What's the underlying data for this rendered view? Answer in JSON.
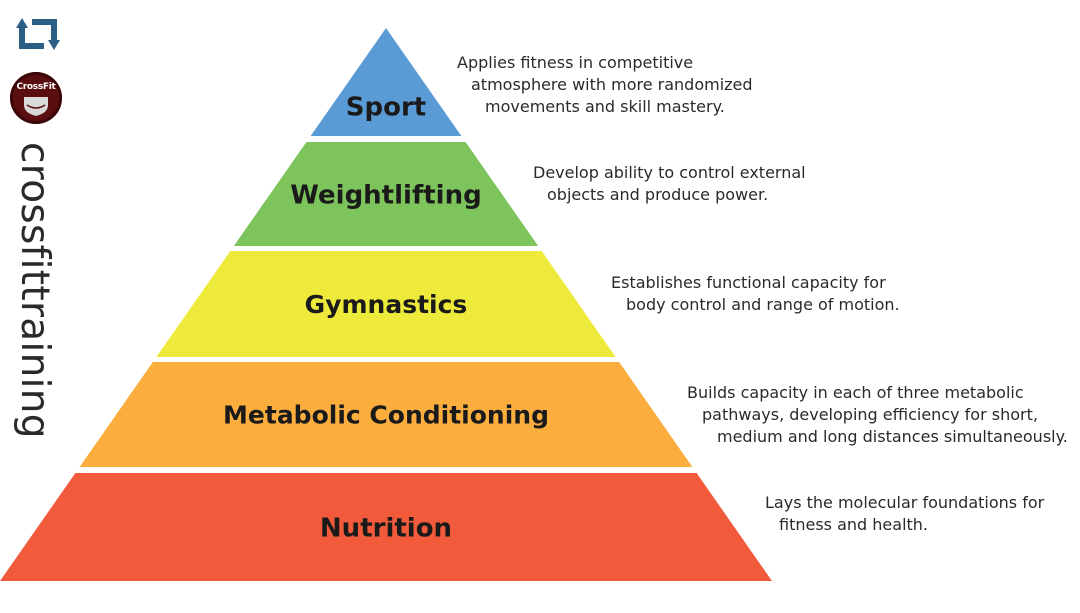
{
  "header": {
    "repost_icon": "repost-icon",
    "avatar": {
      "logo_text": "CrossFit",
      "icon": "shield-icon"
    },
    "username": "crossfittraining"
  },
  "pyramid": {
    "tiers": [
      {
        "label": "Sport",
        "color": "#5b9bd5",
        "description": [
          "Applies fitness in competitive",
          "atmosphere with more randomized",
          "movements and skill mastery."
        ]
      },
      {
        "label": "Weightlifting",
        "color": "#7dc45c",
        "description": [
          "Develop ability to control external",
          "objects and produce power."
        ]
      },
      {
        "label": "Gymnastics",
        "color": "#eeea3c",
        "description": [
          "Establishes functional capacity for",
          "body control and range of motion."
        ]
      },
      {
        "label": "Metabolic Conditioning",
        "color": "#fbae3e",
        "description": [
          "Builds capacity in each of three metabolic",
          "pathways, developing efficiency for short,",
          "medium and long distances simultaneously."
        ]
      },
      {
        "label": "Nutrition",
        "color": "#f15b3c",
        "description": [
          "Lays the molecular foundations for",
          "fitness and health."
        ]
      }
    ]
  }
}
